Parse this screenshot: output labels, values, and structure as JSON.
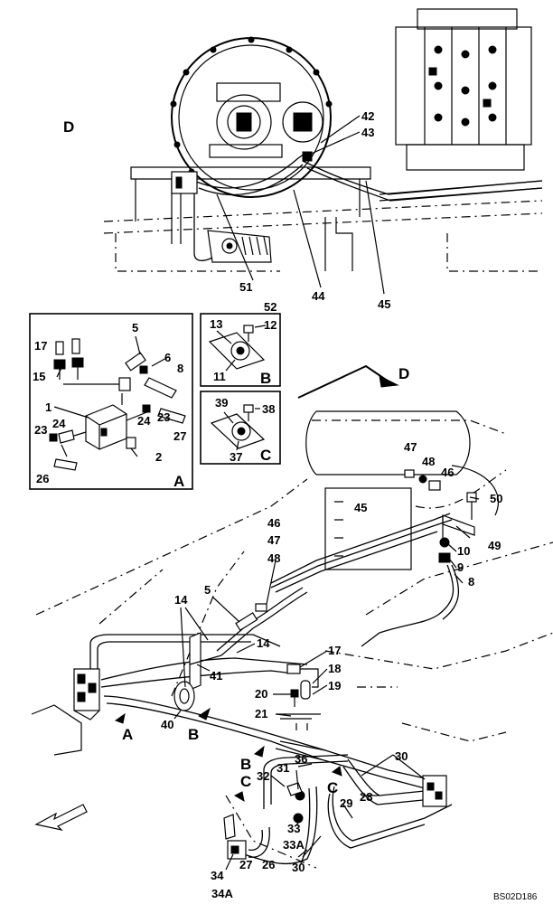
{
  "views": {
    "D": "D",
    "A": "A",
    "B": "B",
    "C": "C"
  },
  "view_arrows": {
    "D": "D",
    "A": "A",
    "B": "B",
    "C1": "C",
    "C2": "C"
  },
  "top_callouts": [
    "42",
    "43",
    "51",
    "52",
    "44",
    "45"
  ],
  "box_a_callouts": [
    "5",
    "17",
    "6",
    "15",
    "8",
    "1",
    "24",
    "23",
    "23",
    "24",
    "27",
    "2",
    "26"
  ],
  "box_b_callouts": [
    "13",
    "12",
    "11"
  ],
  "box_c_callouts": [
    "39",
    "38",
    "37"
  ],
  "main_callouts": [
    "47",
    "48",
    "46",
    "50",
    "45",
    "49",
    "10",
    "9",
    "46",
    "47",
    "48",
    "8",
    "5",
    "14",
    "14",
    "17",
    "18",
    "19",
    "41",
    "20",
    "21",
    "40",
    "36",
    "30",
    "32",
    "31",
    "29",
    "28",
    "33",
    "33A",
    "30",
    "34",
    "27",
    "26",
    "34A"
  ],
  "drawing_code": "BS02D186"
}
